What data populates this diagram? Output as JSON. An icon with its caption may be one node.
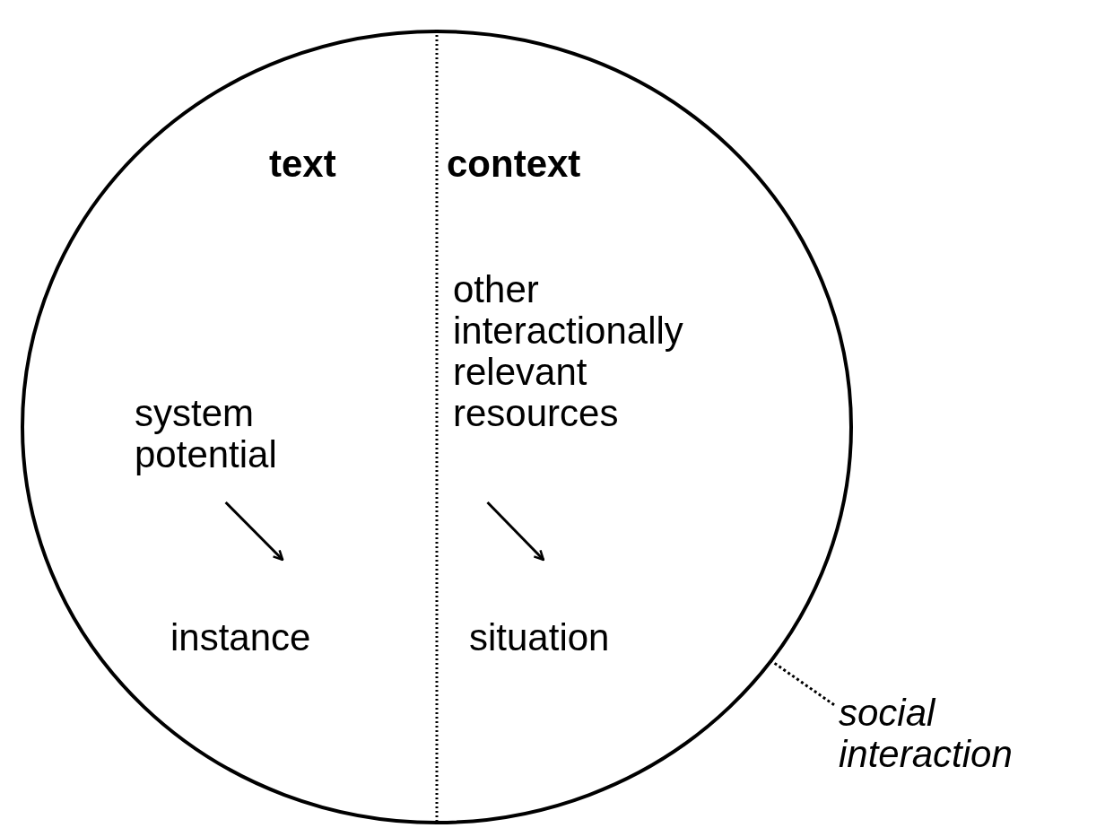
{
  "diagram": {
    "nodes": [
      {
        "text": [],
        "shape": "circle"
      },
      {
        "text": [
          "text"
        ],
        "in": 0
      },
      {
        "text": [
          "system potential"
        ],
        "in": 1
      },
      {
        "text": [
          "instance"
        ],
        "in": 1
      },
      {
        "text": [
          "context"
        ],
        "in": 0
      },
      {
        "text": [
          "other interactionally relevant resources"
        ],
        "in": 4
      },
      {
        "text": [
          "situation"
        ],
        "in": 4
      },
      {
        "text": [
          "social interaction"
        ]
      }
    ],
    "edges": [
      {
        "from": 2,
        "to": 3,
        "arrow": "to"
      },
      {
        "from": 5,
        "to": 6,
        "arrow": "to"
      },
      {
        "from": 7,
        "to": 0,
        "arrow": "none",
        "style": "dashed"
      }
    ]
  }
}
